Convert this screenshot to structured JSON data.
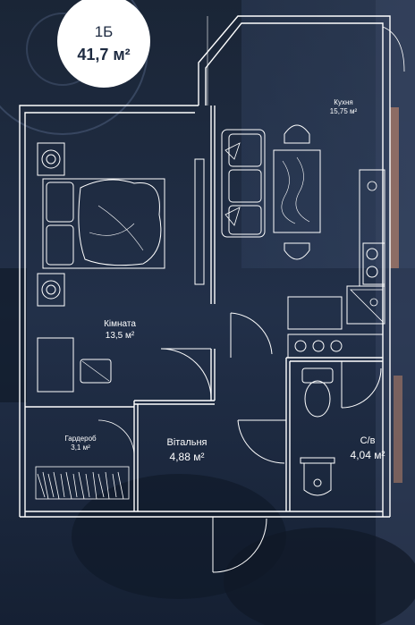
{
  "unit": {
    "label": "1Б",
    "area": "41,7 м²"
  },
  "rooms": {
    "kitchen": {
      "name": "Кухня",
      "area": "15,75 м²"
    },
    "bedroom": {
      "name": "Кімната",
      "area": "13,5 м²"
    },
    "wardrobe": {
      "name": "Гардероб",
      "area": "3,1 м²"
    },
    "hall": {
      "name": "Вітальня",
      "area": "4,88 м²"
    },
    "bathroom": {
      "name": "С/в",
      "area": "4,04 м²"
    }
  },
  "colors": {
    "background": "#1e2a3f",
    "lines": "#ffffff",
    "badge": "#ffffff",
    "accent": "#c98a6a"
  }
}
